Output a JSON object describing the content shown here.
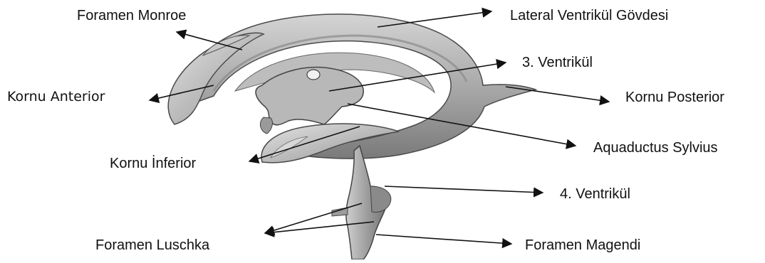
{
  "labels": {
    "foramen_monroe": "Foramen Monroe",
    "lateral_body": "Lateral Ventrikül Gövdesi",
    "third_ventricle": "3. Ventrikül",
    "kornu_anterior": "Kornu Anterior",
    "kornu_posterior": "Kornu Posterior",
    "aquaductus": "Aquaductus Sylvius",
    "kornu_inferior": "Kornu İnferior",
    "fourth_ventricle": "4. Ventrikül",
    "foramen_luschka": "Foramen Luschka",
    "foramen_magendi": "Foramen Magendi"
  },
  "colors": {
    "text": "#111111",
    "arrow": "#111111",
    "cast_light": "#d9d9d9",
    "cast_mid": "#a8a8a8",
    "cast_dark": "#6e6e6e"
  }
}
